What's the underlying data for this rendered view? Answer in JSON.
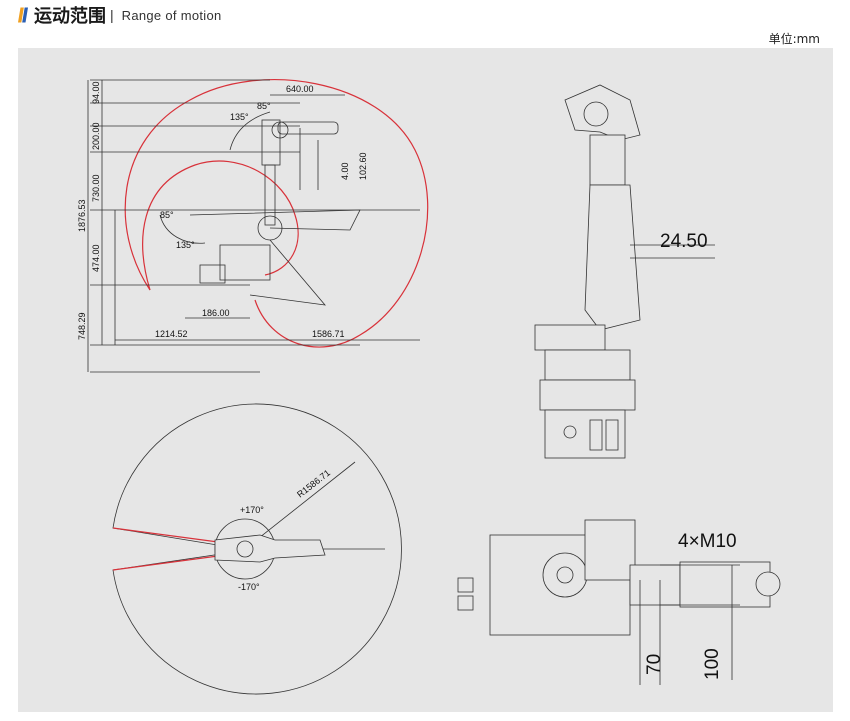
{
  "header": {
    "title_cn": "运动范围",
    "separator": "|",
    "title_en": "Range of motion",
    "unit": "单位:mm",
    "accent_colors": [
      "#f0a020",
      "#2b5fb3"
    ]
  },
  "side_view": {
    "dims": {
      "top_width": "640.00",
      "d94": "94.00",
      "d200": "200.00",
      "d730": "730.00",
      "d474": "474.00",
      "total_height": "1876.53",
      "bottom": "748.29",
      "d4": "4.00",
      "d102": "102.60",
      "d186": "186.00",
      "left_reach": "1214.52",
      "right_reach": "1586.71",
      "angle_top_a": "135°",
      "angle_top_b": "85°",
      "angle_mid_a": "85°",
      "angle_mid_b": "135°"
    }
  },
  "front_view": {
    "dim": "24.50"
  },
  "top_view": {
    "radius": "R1586.71",
    "angle_pos": "+170°",
    "angle_neg": "-170°"
  },
  "base_view": {
    "bolts": "4×M10",
    "d70": "70",
    "d100": "100"
  },
  "colors": {
    "panel": "#e6e6e6",
    "envelope": "#d8323a",
    "line": "#333333"
  }
}
